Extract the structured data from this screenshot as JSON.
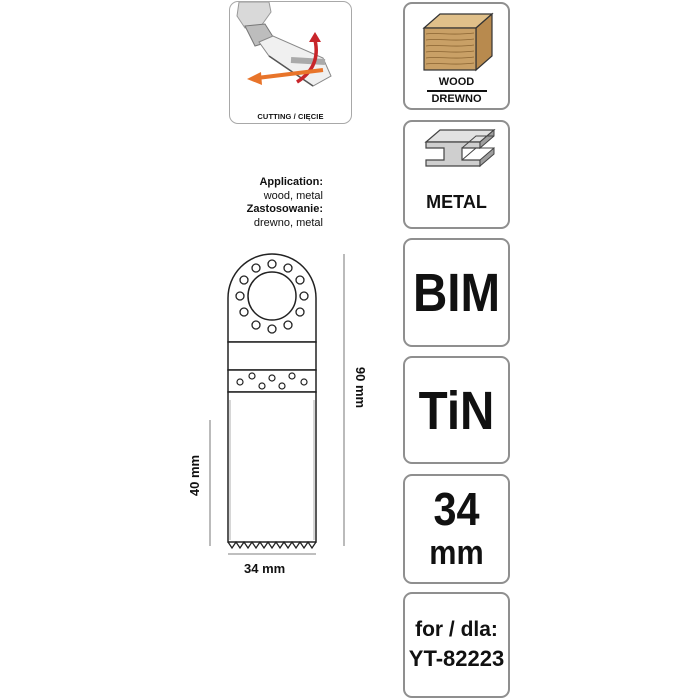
{
  "cutting_panel": {
    "label": "CUTTING / CIĘCIE",
    "icon": "cutting-motion-icon"
  },
  "application": {
    "heading_en": "Application:",
    "value_en": "wood, metal",
    "heading_pl": "Zastosowanie:",
    "value_pl": "drewno, metal"
  },
  "dimensions": {
    "length": "90 mm",
    "width": "34 mm",
    "tooth_section": "40 mm"
  },
  "tiles": {
    "wood": {
      "label_en": "WOOD",
      "label_pl": "DREWNO",
      "icon": "wood-block-icon"
    },
    "metal": {
      "label": "METAL",
      "icon": "metal-profile-icon"
    },
    "material": "BIM",
    "coating": "TiN",
    "size_value": "34",
    "size_unit": "mm",
    "for_label": "for / dla:",
    "model": "YT-82223"
  },
  "colors": {
    "border": "#8f8f8f",
    "arrow_orange": "#e8742a",
    "arrow_red": "#c8252a",
    "wood": "#c9a066"
  }
}
